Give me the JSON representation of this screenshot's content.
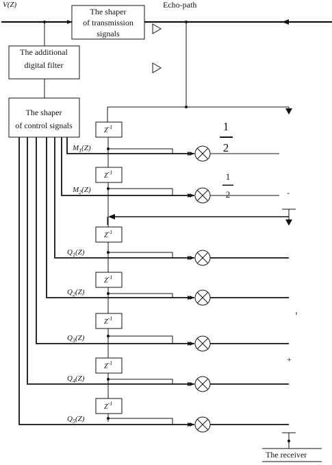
{
  "top": {
    "input_label": "V(Z)",
    "echo_label": "Echo-path"
  },
  "blocks": {
    "shaper_tx": [
      "The shaper",
      "of transmission",
      "signals"
    ],
    "digital_filter": [
      "The additional",
      "digital filter"
    ],
    "shaper_ctrl": [
      "The shaper",
      "of control signals"
    ],
    "receiver": "The receiver"
  },
  "delay_label": "Z",
  "delay_exp": "-1",
  "coefficients": [
    {
      "name": "M",
      "sub": "1",
      "suffix": "(Z)"
    },
    {
      "name": "M",
      "sub": "2",
      "suffix": "(Z)"
    },
    {
      "name": "Q",
      "sub": "1",
      "suffix": "(Z)"
    },
    {
      "name": "Q",
      "sub": "2",
      "suffix": "(Z)"
    },
    {
      "name": "Q",
      "sub": "3",
      "suffix": "(Z)"
    },
    {
      "name": "Q",
      "sub": "4",
      "suffix": "(Z)"
    },
    {
      "name": "Q",
      "sub": "5",
      "suffix": "(Z)"
    }
  ],
  "fractions": [
    {
      "num": "1",
      "den": "2"
    },
    {
      "num": "1",
      "den": "2"
    }
  ],
  "side_marks": [
    "-",
    "+"
  ]
}
